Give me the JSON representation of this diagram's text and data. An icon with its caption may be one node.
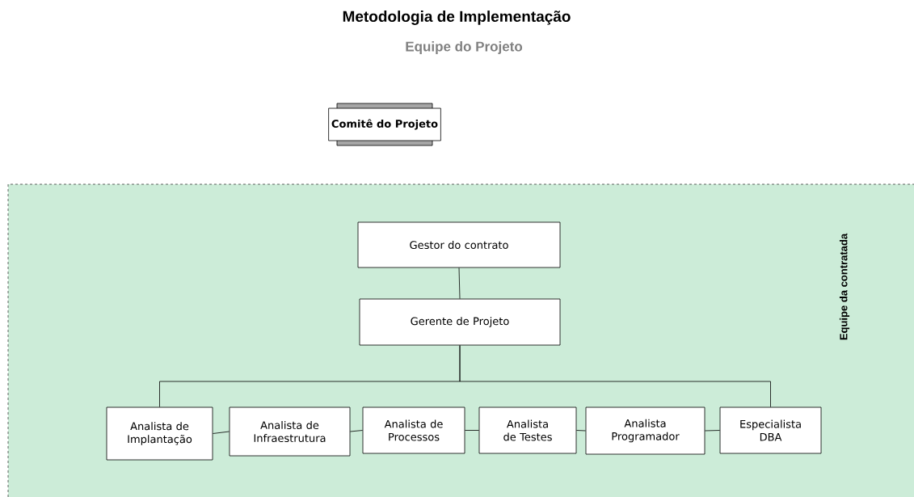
{
  "diagram": {
    "title": "Metodologia de Implementação",
    "nodes": [
      {
        "text": [
          "Equipe da contratada"
        ]
      },
      {
        "text": [
          "Comitê do Projeto"
        ]
      },
      {
        "text": [
          "Gestor do contrato"
        ],
        "in": 0
      },
      {
        "text": [
          "Gerente de Projeto"
        ],
        "in": 0
      },
      {
        "text": [
          "Analista de Implantação"
        ],
        "in": 0
      },
      {
        "text": [
          "Analista de Infraestrutura"
        ],
        "in": 0
      },
      {
        "text": [
          "Analista de Processos"
        ],
        "in": 0
      },
      {
        "text": [
          "Analista de Testes"
        ],
        "in": 0
      },
      {
        "text": [
          "Analista Programador"
        ],
        "in": 0
      },
      {
        "text": [
          "Especialista DBA"
        ],
        "in": 0
      }
    ],
    "edges": [
      {
        "from": 2,
        "to": 3,
        "arrow": "none"
      },
      {
        "from": 3,
        "to": 4,
        "arrow": "none"
      },
      {
        "from": 3,
        "to": 9,
        "arrow": "none"
      },
      {
        "from": 4,
        "to": 5,
        "arrow": "none"
      },
      {
        "from": 5,
        "to": 6,
        "arrow": "none"
      },
      {
        "from": 6,
        "to": 7,
        "arrow": "none"
      },
      {
        "from": 7,
        "to": 8,
        "arrow": "none"
      },
      {
        "from": 8,
        "to": 9,
        "arrow": "none"
      }
    ],
    "labels": [
      "Equipe do Projeto"
    ]
  }
}
